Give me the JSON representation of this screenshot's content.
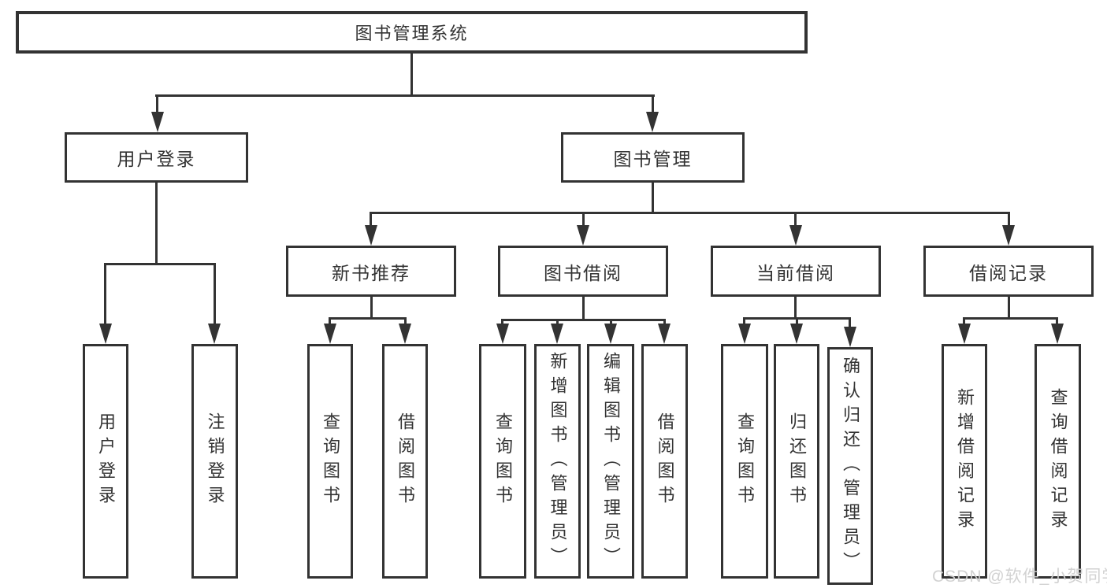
{
  "diagram": {
    "title": "图书管理系统",
    "colors": {
      "line": "#333333",
      "text": "#333333",
      "background": "#ffffff",
      "watermark": "#d0d0d0"
    },
    "tree": {
      "root": {
        "label": "图书管理系统",
        "children": [
          {
            "label": "用户登录",
            "children": [
              {
                "label": "用户登录"
              },
              {
                "label": "注销登录"
              }
            ]
          },
          {
            "label": "图书管理",
            "children": [
              {
                "label": "新书推荐",
                "children": [
                  {
                    "label": "查询图书"
                  },
                  {
                    "label": "借阅图书"
                  }
                ]
              },
              {
                "label": "图书借阅",
                "children": [
                  {
                    "label": "查询图书"
                  },
                  {
                    "label": "新增图书（管理员）"
                  },
                  {
                    "label": "编辑图书（管理员）"
                  },
                  {
                    "label": "借阅图书"
                  }
                ]
              },
              {
                "label": "当前借阅",
                "children": [
                  {
                    "label": "查询图书"
                  },
                  {
                    "label": "归还图书"
                  },
                  {
                    "label": "确认归还（管理员）"
                  }
                ]
              },
              {
                "label": "借阅记录",
                "children": [
                  {
                    "label": "新增借阅记录"
                  },
                  {
                    "label": "查询借阅记录"
                  }
                ]
              }
            ]
          }
        ]
      }
    },
    "watermark": {
      "text": "CSDN @软件_小贺同学"
    }
  }
}
